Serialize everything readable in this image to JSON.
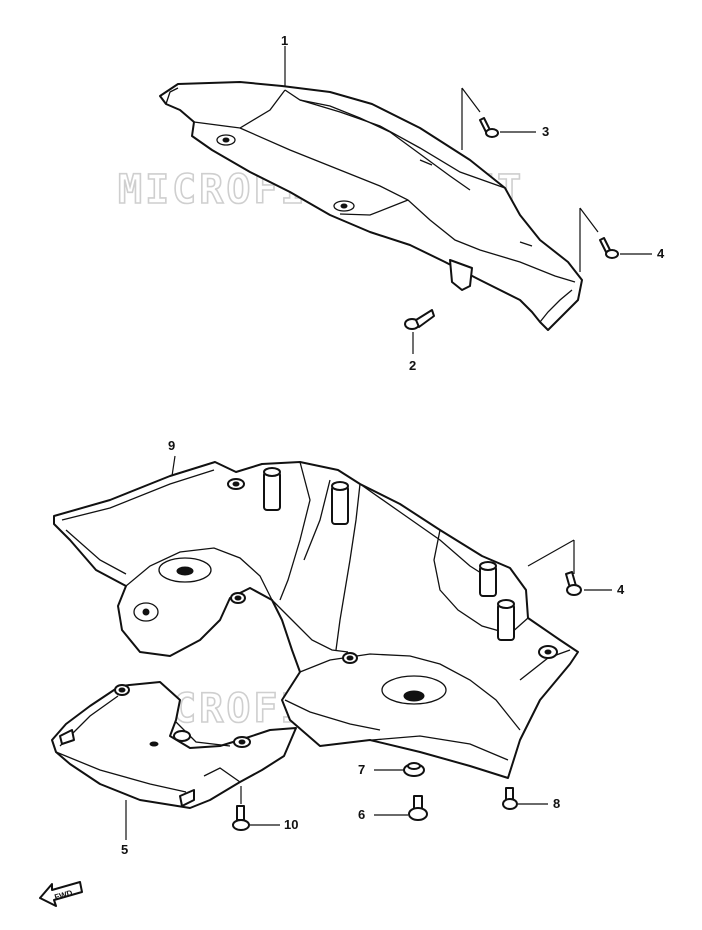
{
  "watermark": "MICROFICHES.NET",
  "fwd_label": "FWD",
  "callouts": {
    "c1": "1",
    "c2": "2",
    "c3": "3",
    "c4a": "4",
    "c9": "9",
    "c4b": "4",
    "c7": "7",
    "c6": "6",
    "c8": "8",
    "c10": "10",
    "c5": "5"
  }
}
